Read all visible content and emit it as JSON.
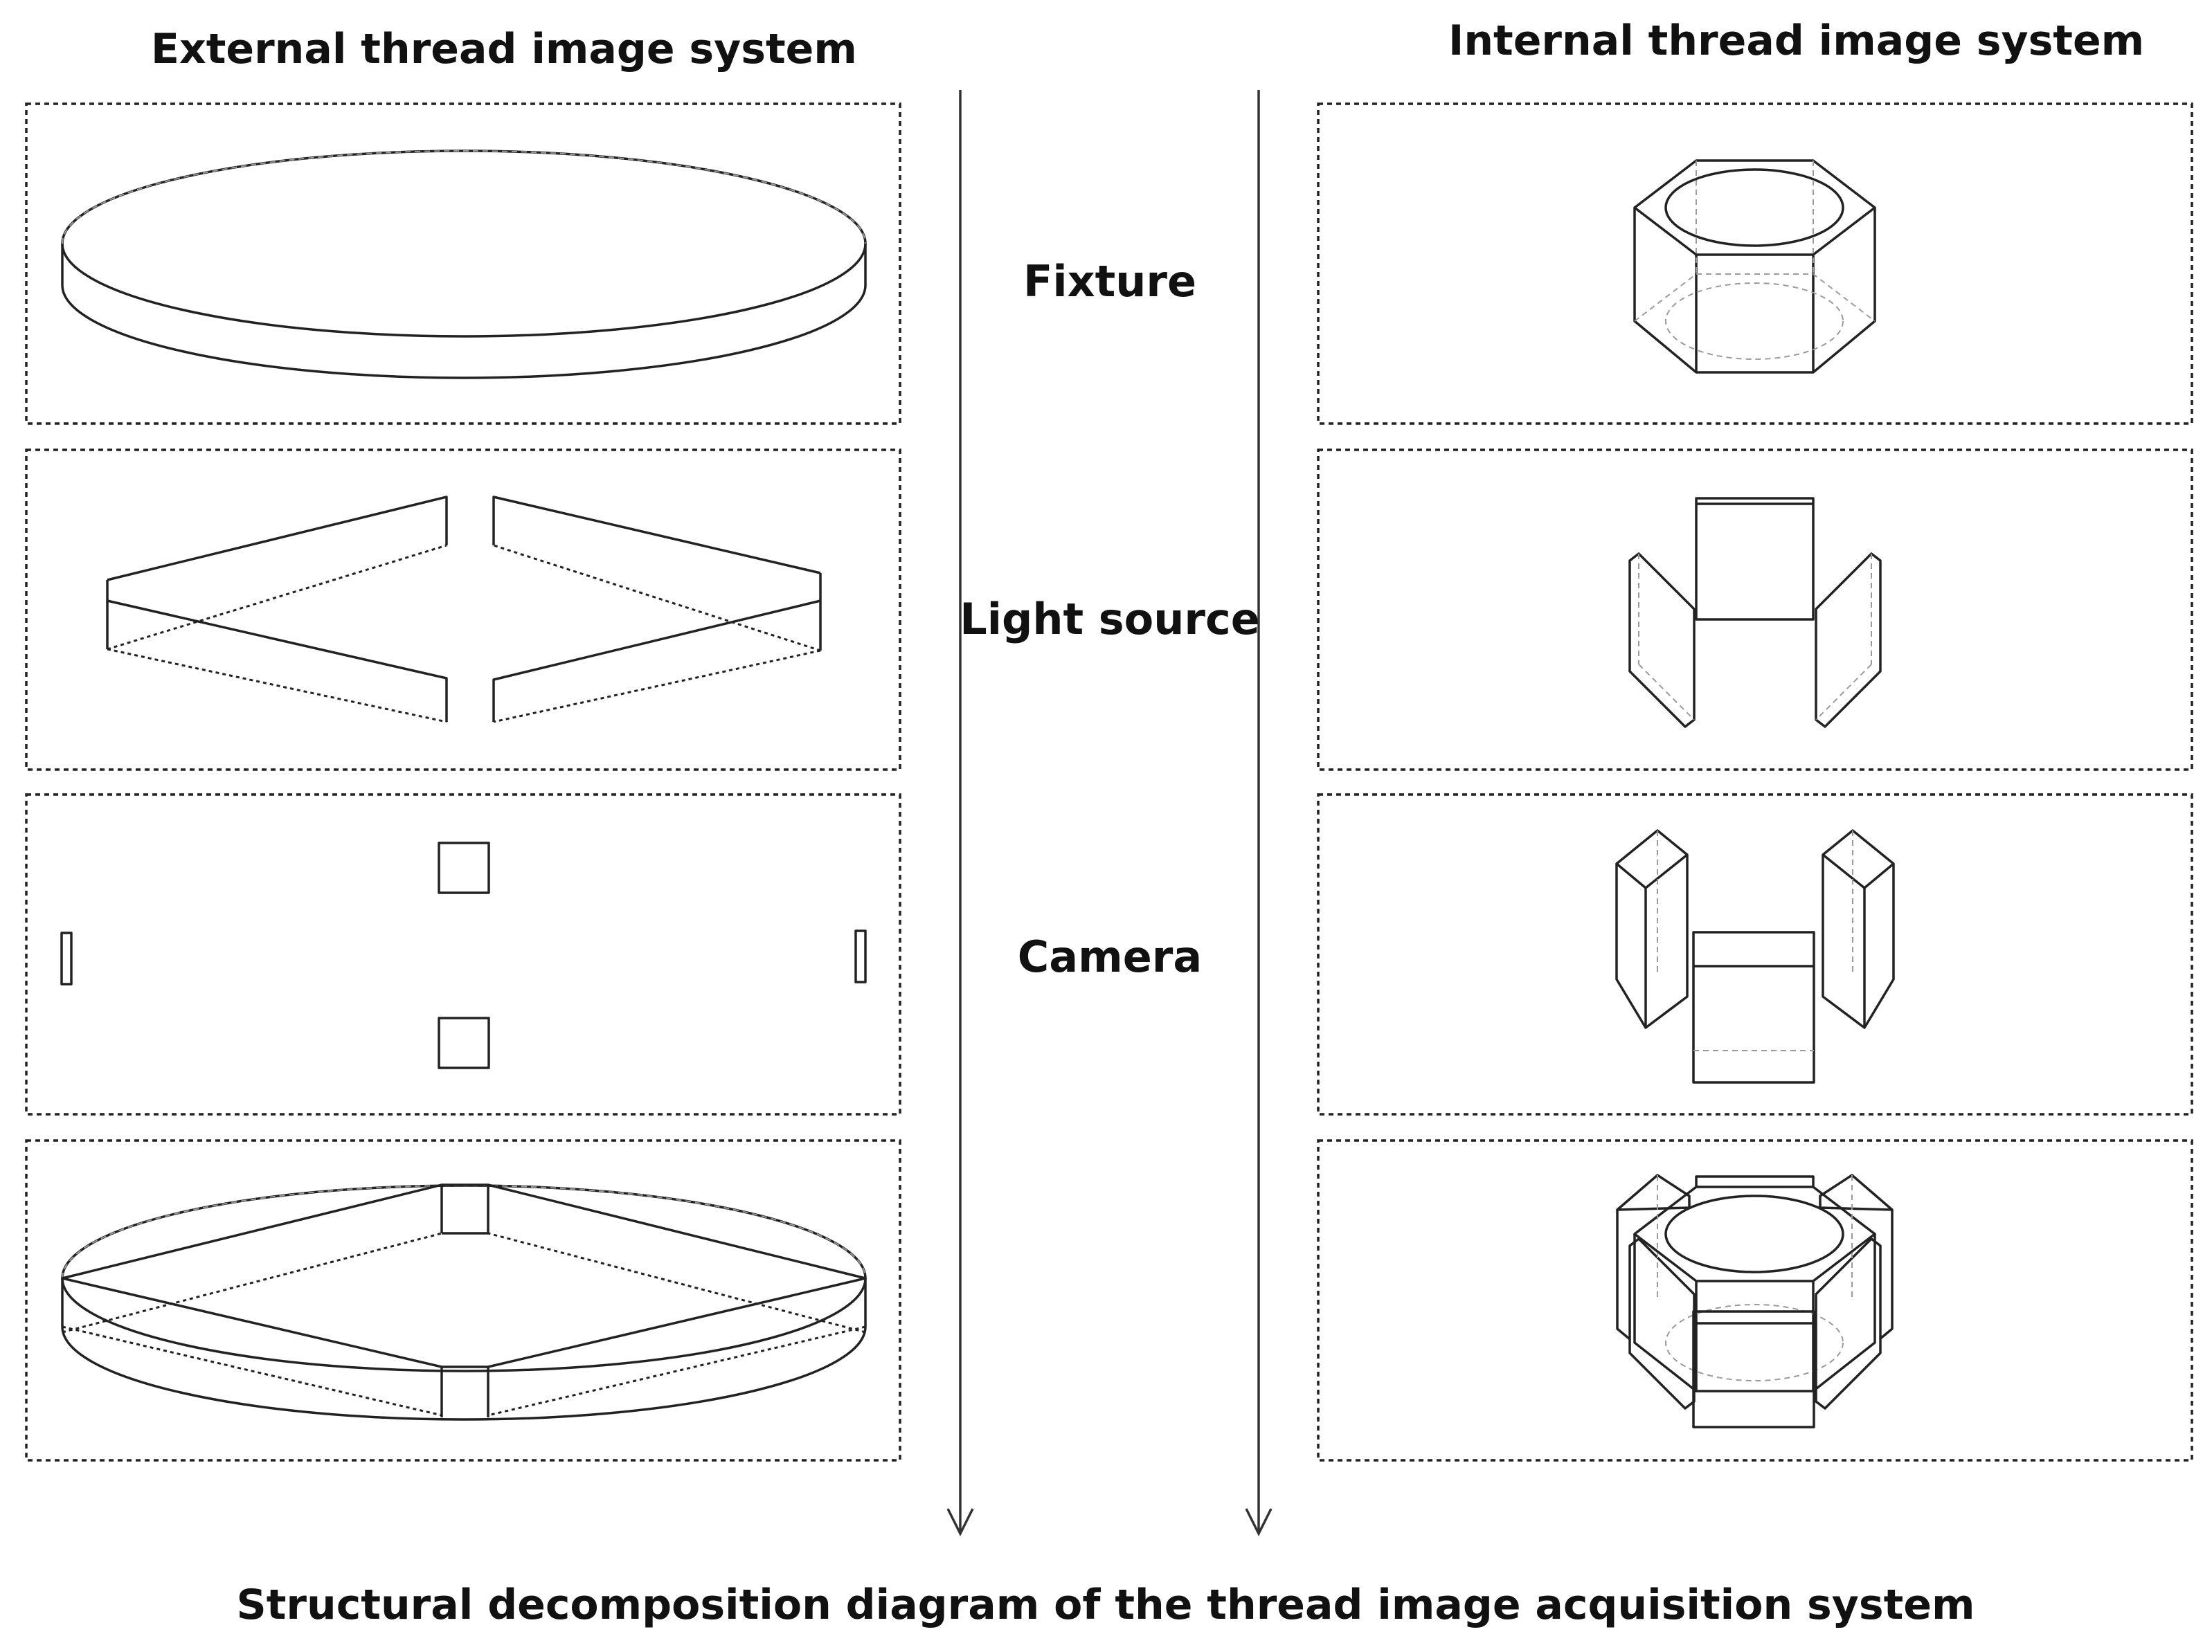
{
  "headers": {
    "external": "External thread image system",
    "internal": "Internal thread image system"
  },
  "stages": [
    "Fixture",
    "Light source",
    "Camera"
  ],
  "caption": "Structural decomposition diagram of the thread image acquisition system"
}
